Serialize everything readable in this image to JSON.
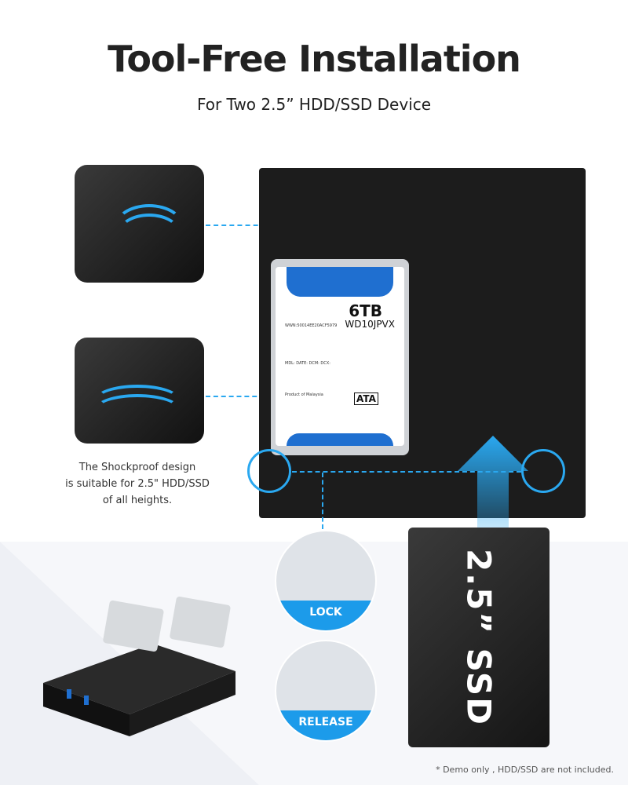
{
  "header": {
    "title": "Tool-Free Installation",
    "subtitle": "For Two 2.5” HDD/SSD Device"
  },
  "note": {
    "line1": "The Shockproof design",
    "line2": "is suitable for 2.5\" HDD/SSD",
    "line3": "of all heights."
  },
  "hdd_label": {
    "capacity": "6TB",
    "model": "WD10JPVX",
    "wwn": "WWN:50014EE20ACF5979",
    "fields": "MDL: DATE: DCM: DCX:",
    "origin": "Product of Malaysia",
    "ata": "ATA"
  },
  "lock": {
    "label": "LOCK"
  },
  "release": {
    "label": "RELEASE"
  },
  "ssd": {
    "label": "2.5” SSD"
  },
  "footnote": "* Demo only , HDD/SSD are not included.",
  "colors": {
    "accent": "#2aa8f0",
    "label_blue": "#1f6fd0",
    "dark": "#1c1c1c"
  }
}
